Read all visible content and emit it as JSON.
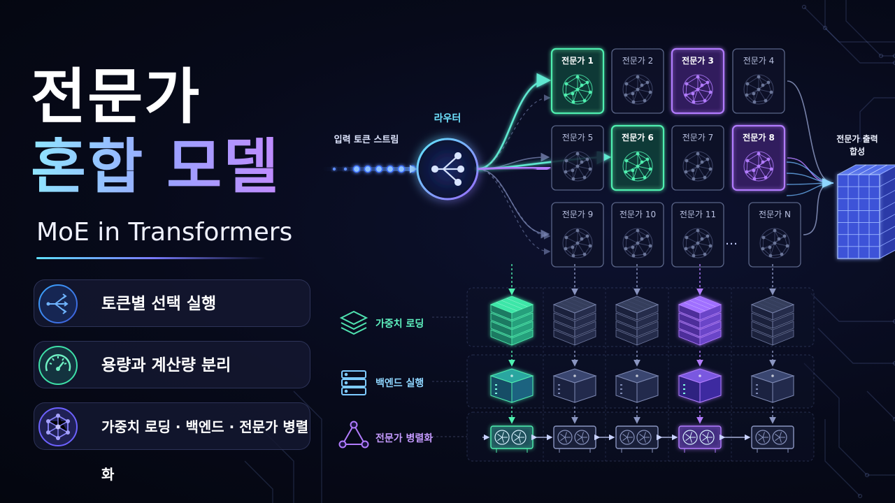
{
  "title": {
    "line1": "전문가",
    "line2": "혼합 모델",
    "subtitle": "MoE in Transformers"
  },
  "features": [
    {
      "label": "토큰별 선택 실행",
      "icon": "routing-arrows-icon"
    },
    {
      "label": "용량과 계산량 분리",
      "icon": "gauge-icon"
    },
    {
      "label": "가중치 로딩 · 백엔드 · 전문가 병렬화",
      "icon": "network-hexagon-icon"
    }
  ],
  "diagram": {
    "input_label": "입력 토큰 스트림",
    "router_label": "라우터",
    "output_label_line1": "전문가 출력",
    "output_label_line2": "합성",
    "ellipsis": "…",
    "experts": [
      {
        "label": "전문가 1",
        "state": "green"
      },
      {
        "label": "전문가 2",
        "state": "inactive"
      },
      {
        "label": "전문가 3",
        "state": "purple"
      },
      {
        "label": "전문가 4",
        "state": "inactive"
      },
      {
        "label": "전문가 5",
        "state": "inactive"
      },
      {
        "label": "전문가 6",
        "state": "green"
      },
      {
        "label": "전문가 7",
        "state": "inactive"
      },
      {
        "label": "전문가 8",
        "state": "purple"
      },
      {
        "label": "전문가 9",
        "state": "inactive"
      },
      {
        "label": "전문가 10",
        "state": "inactive"
      },
      {
        "label": "전문가 11",
        "state": "inactive"
      },
      {
        "label": "전문가 N",
        "state": "inactive"
      }
    ],
    "rows": [
      {
        "label": "가중치 로딩",
        "icon": "layers-stack-icon"
      },
      {
        "label": "백엔드 실행",
        "icon": "server-rack-icon"
      },
      {
        "label": "전문가 병렬화",
        "icon": "triangle-network-icon"
      }
    ],
    "columns": [
      "green",
      "inactive",
      "inactive",
      "purple",
      "inactive"
    ]
  },
  "colors": {
    "green": "#4ff0b0",
    "purple": "#b27cff",
    "cyan": "#5fd8ff",
    "inactive": "#5a6588"
  }
}
